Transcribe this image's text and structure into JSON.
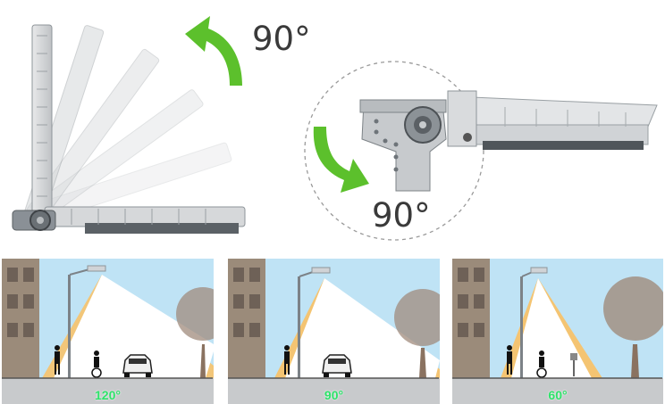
{
  "top": {
    "tilt_up_label": "90°",
    "rotate_side_label": "90°"
  },
  "panels": [
    {
      "beam_angle": "120°"
    },
    {
      "beam_angle": "90°"
    },
    {
      "beam_angle": "60°"
    }
  ],
  "colors": {
    "sky": "#bfe3f5",
    "beam": "#f4c472",
    "arrow_green": "#5cc02c",
    "fixture_grey": "#d4d6d8",
    "angle_text": "#2ee36a"
  }
}
